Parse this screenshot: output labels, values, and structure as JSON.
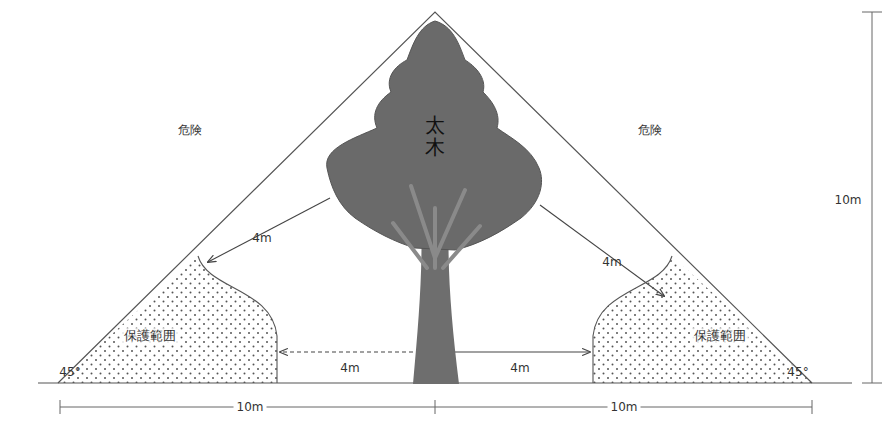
{
  "diagram": {
    "nodes": [
      {
        "text": [
          "太木"
        ]
      },
      {
        "text": [
          "保護範囲"
        ]
      },
      {
        "text": [
          "保護範囲"
        ]
      }
    ],
    "labels": [
      "危険",
      "危険",
      "4m",
      "4m",
      "4m",
      "4m",
      "10m",
      "10m",
      "10m",
      "45°",
      "45°"
    ]
  }
}
